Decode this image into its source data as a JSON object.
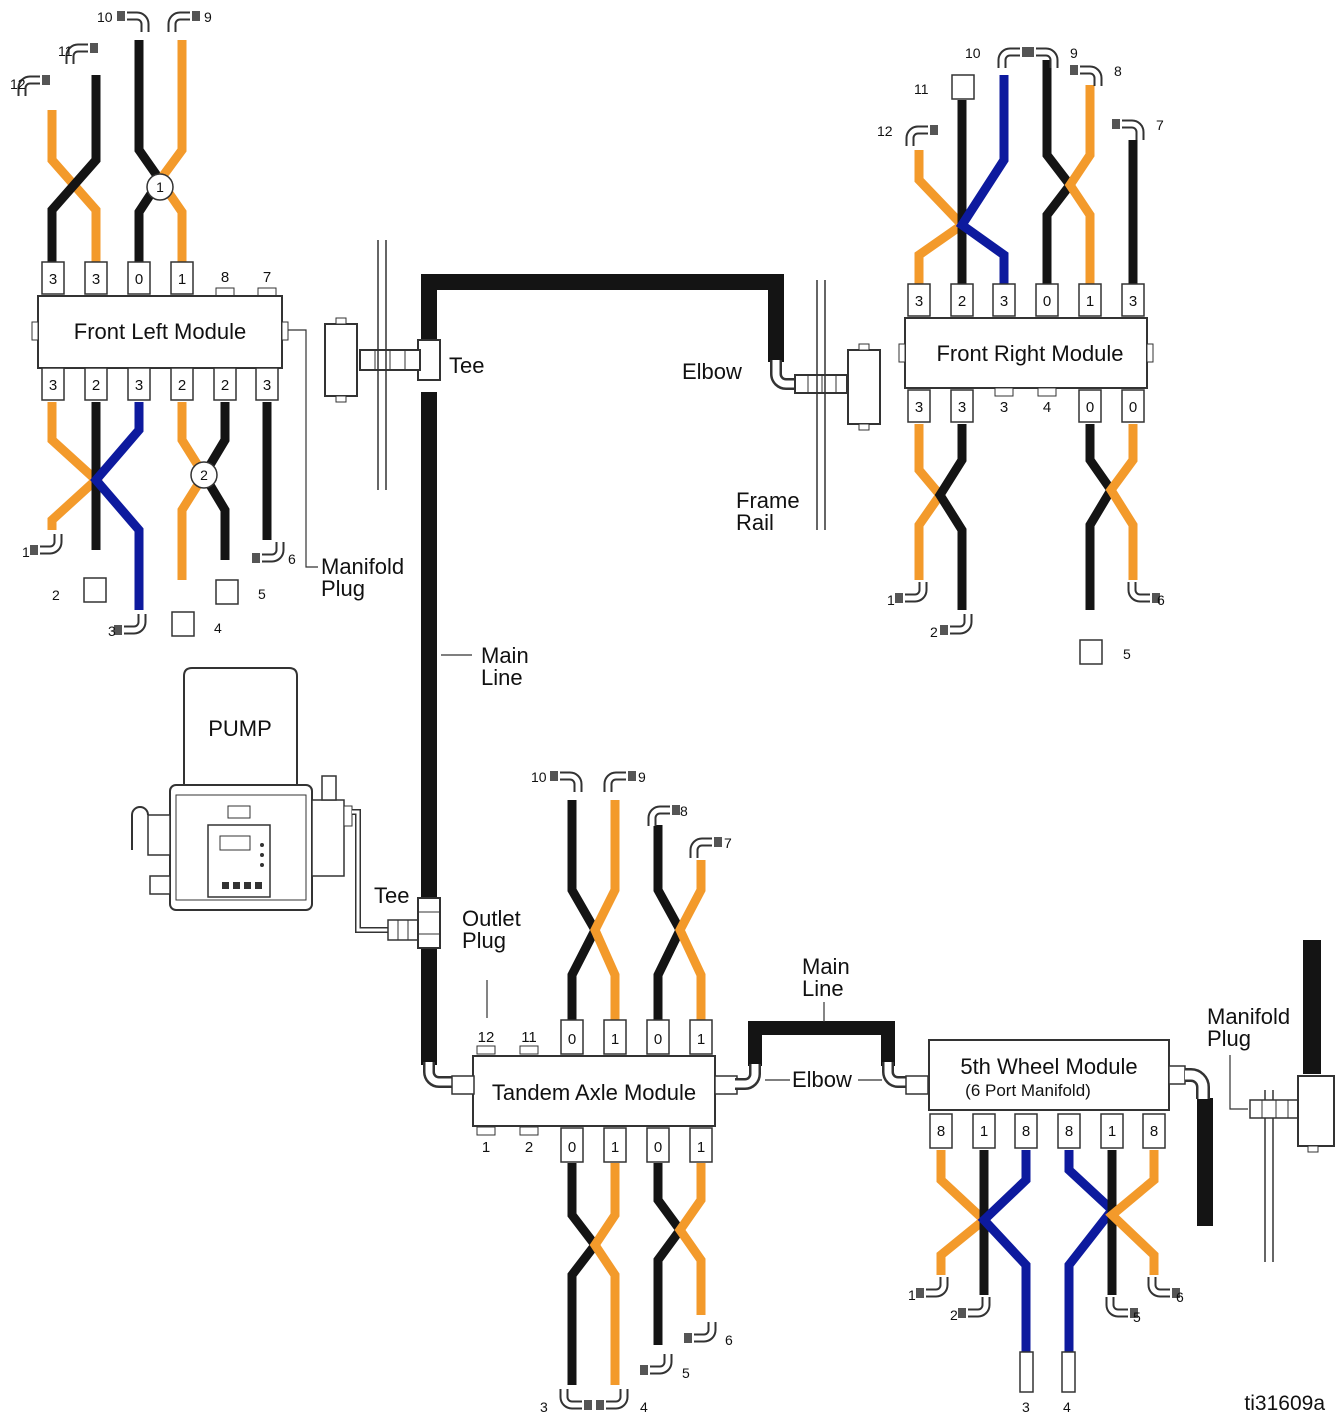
{
  "colors": {
    "orange": "#f39a2b",
    "black": "#141414",
    "blue": "#0d1a9e",
    "outline": "#333333",
    "box_fill": "#ffffff"
  },
  "modules": {
    "front_left": {
      "name": "Front Left Module",
      "top_ports": [
        "3",
        "3",
        "0",
        "1",
        "8",
        "7"
      ],
      "bottom_ports": [
        "3",
        "2",
        "3",
        "2",
        "2",
        "3"
      ],
      "outlets_top": [
        "12",
        "11",
        "10",
        "9"
      ],
      "outlets_bottom": [
        "1",
        "2",
        "3",
        "4",
        "5",
        "6"
      ],
      "callouts": [
        "1",
        "2"
      ]
    },
    "front_right": {
      "name": "Front Right Module",
      "top_ports": [
        "3",
        "2",
        "3",
        "0",
        "1",
        "3"
      ],
      "bottom_ports": [
        "3",
        "3",
        "3",
        "4",
        "0",
        "0"
      ],
      "outlets_top": [
        "12",
        "11",
        "10",
        "9",
        "8",
        "7"
      ],
      "outlets_bottom": [
        "1",
        "2",
        "5",
        "6"
      ]
    },
    "tandem": {
      "name": "Tandem Axle Module",
      "top_ports": [
        "12",
        "11",
        "0",
        "1",
        "0",
        "1"
      ],
      "bottom_ports": [
        "1",
        "2",
        "0",
        "1",
        "0",
        "1"
      ],
      "outlets_top": [
        "10",
        "9",
        "8",
        "7"
      ],
      "outlets_bottom": [
        "3",
        "4",
        "5",
        "6"
      ]
    },
    "fifth_wheel": {
      "name": "5th Wheel Module",
      "subtitle": "(6 Port Manifold)",
      "bottom_ports": [
        "8",
        "1",
        "8",
        "8",
        "1",
        "8"
      ],
      "outlets_bottom": [
        "1",
        "2",
        "3",
        "4",
        "5",
        "6"
      ]
    }
  },
  "labels": {
    "pump": "PUMP",
    "tee_top": "Tee",
    "tee_pump": "Tee",
    "elbow_top": "Elbow",
    "elbow_bottom": "Elbow",
    "frame_rail_1": "Frame",
    "frame_rail_2": "Rail",
    "main_line_1a": "Main",
    "main_line_1b": "Line",
    "main_line_2a": "Main",
    "main_line_2b": "Line",
    "manifold_plug_1a": "Manifold",
    "manifold_plug_1b": "Plug",
    "manifold_plug_2a": "Manifold",
    "manifold_plug_2b": "Plug",
    "outlet_plug_a": "Outlet",
    "outlet_plug_b": "Plug"
  },
  "figure_id": "ti31609a"
}
